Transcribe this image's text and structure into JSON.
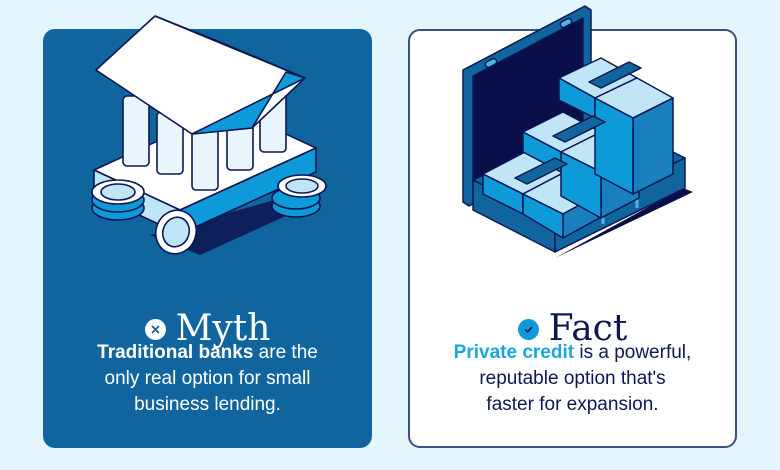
{
  "colors": {
    "page_background": "#e3f5fd",
    "myth_card": "#10659e",
    "fact_card": "#ffffff",
    "fact_border": "#3a4f84",
    "navy_text": "#0d1853",
    "accent_blue": "#1aa6df",
    "check_badge": "#0e9ad8"
  },
  "myth": {
    "illustration": "bank-building-with-coin-stacks",
    "badge_icon": "x-icon",
    "title": "Myth",
    "body_strong": "Traditional banks",
    "body_rest_1": " are the",
    "body_line_2": "only real option for small",
    "body_line_3": "business lending."
  },
  "fact": {
    "illustration": "briefcase-full-of-cash",
    "badge_icon": "checkmark-icon",
    "title": "Fact",
    "body_strong": "Private credit",
    "body_rest_1": " is a powerful,",
    "body_line_2": "reputable option that's",
    "body_line_3": "faster for expansion."
  }
}
